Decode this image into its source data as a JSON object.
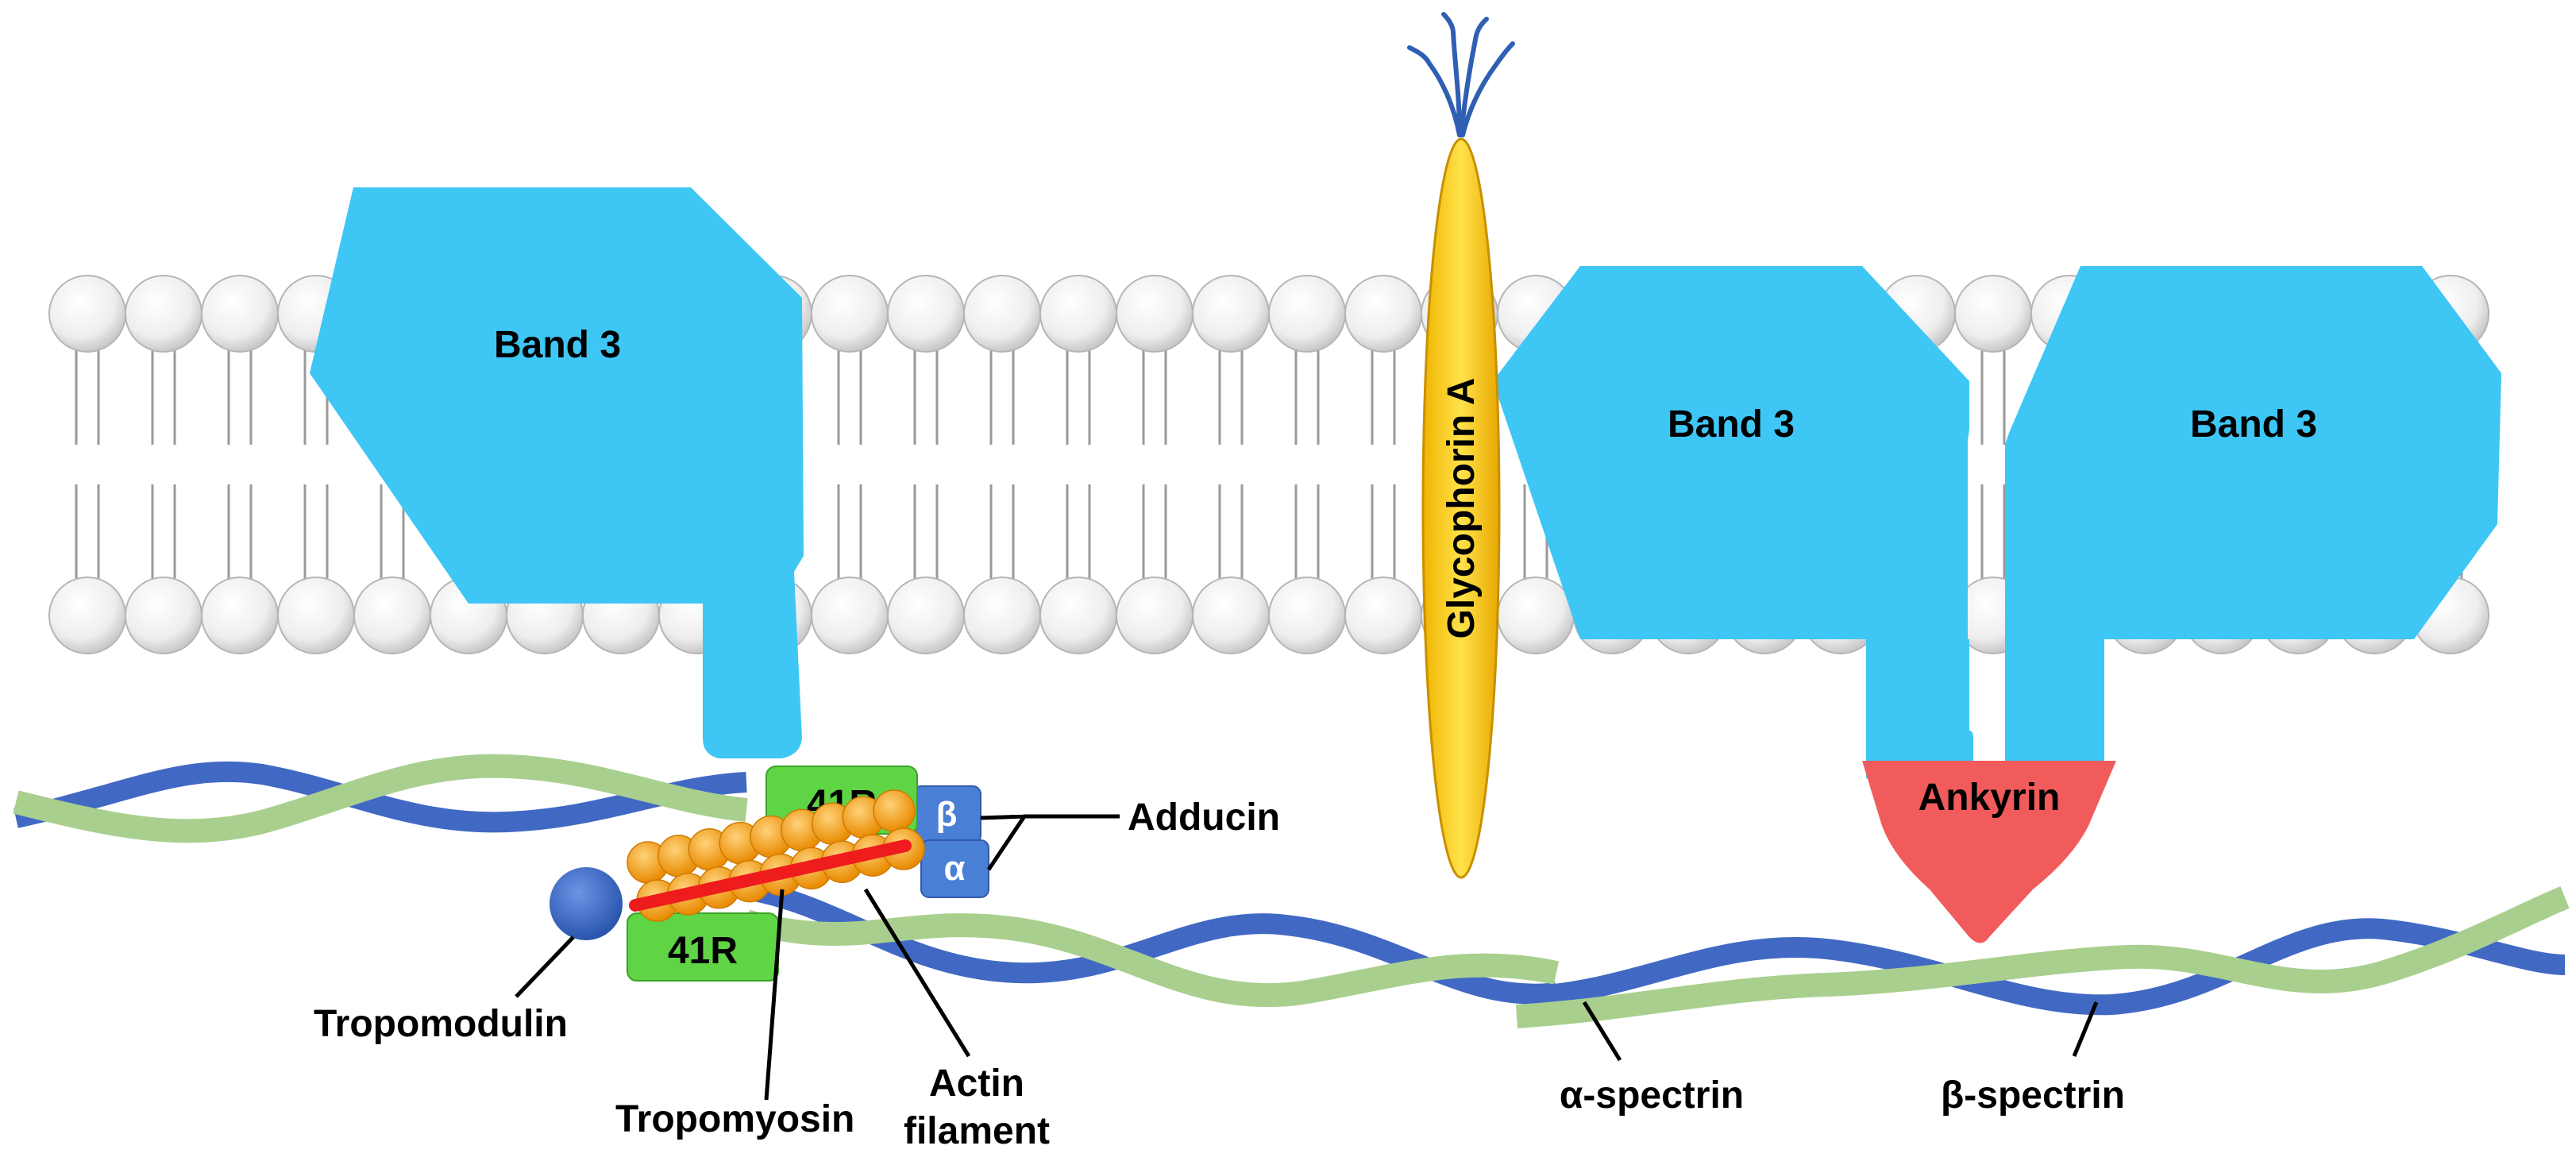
{
  "labels": {
    "band3_left": "Band 3",
    "band3_mid": "Band 3",
    "band3_right": "Band 3",
    "glycophorin": "Glycophorin A",
    "ankyrin": "Ankyrin",
    "adducin": "Adducin",
    "adducin_beta": "β",
    "adducin_alpha": "α",
    "protein41r_top": "41R",
    "protein41r_bottom": "41R",
    "tropomodulin": "Tropomodulin",
    "tropomyosin": "Tropomyosin",
    "actin_filament_line1": "Actin",
    "actin_filament_line2": "filament",
    "alpha_spectrin": "α-spectrin",
    "beta_spectrin": "β-spectrin"
  },
  "colors": {
    "band3": "#3ec6f5",
    "glycophorin": "#f5c800",
    "glycophorin_tail": "#2f5fb3",
    "ankyrin": "#f25b5b",
    "adducin": "#4a7fd6",
    "protein41r": "#5fd445",
    "tropomodulin": "#3566c6",
    "tropomyosin": "#ee1c1c",
    "actin": "#f5a21a",
    "alpha_spectrin": "#a9cf8e",
    "beta_spectrin": "#4169c4",
    "lipid_head": "#f4f4f4",
    "lipid_tail": "#9a9a9a"
  }
}
